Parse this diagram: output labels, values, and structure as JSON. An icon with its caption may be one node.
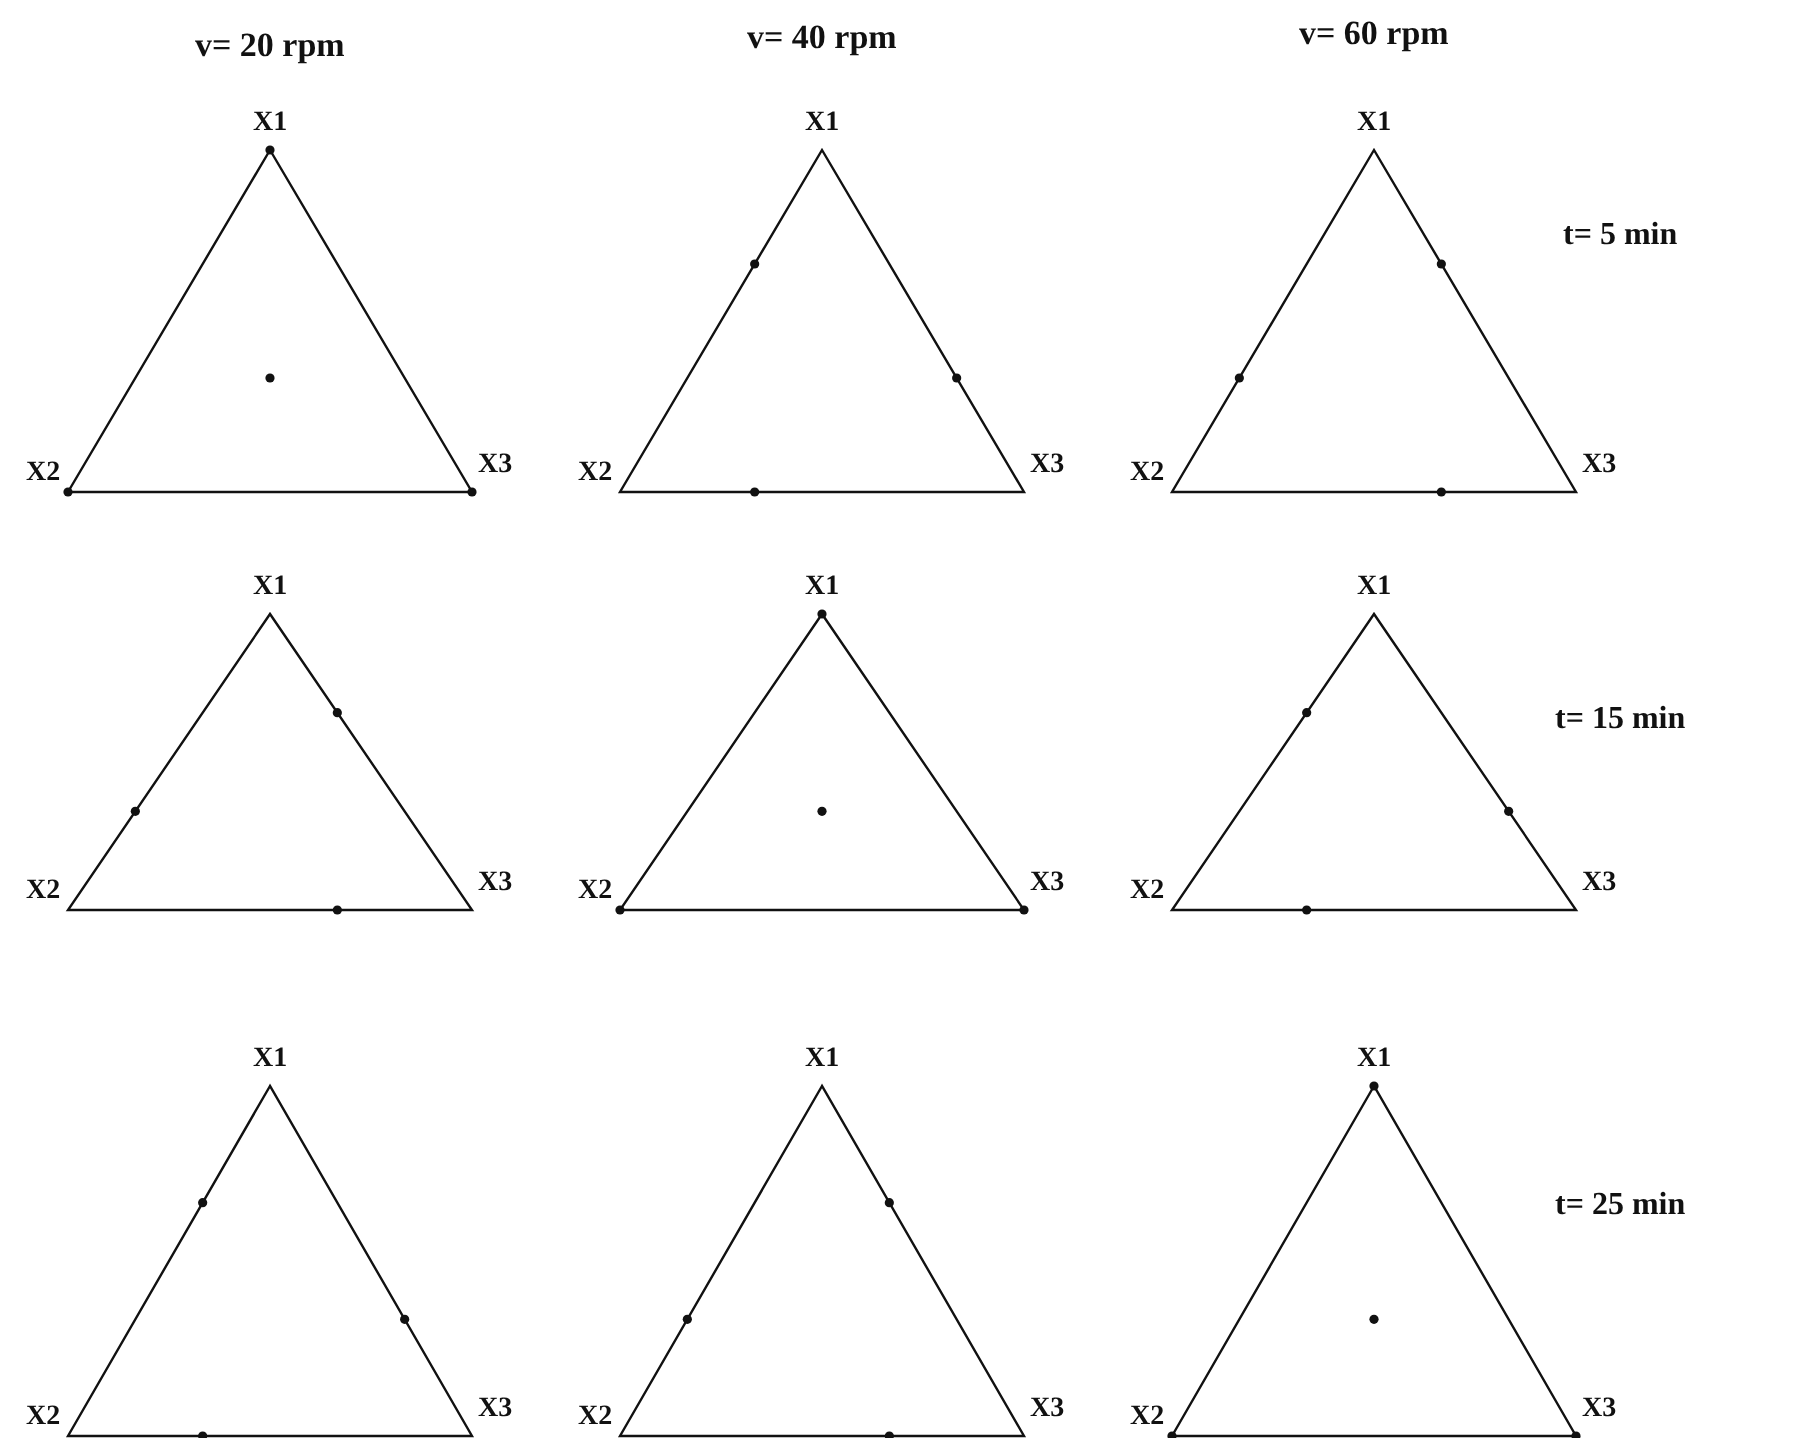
{
  "diagram": {
    "labels": [
      "v= 20 rpm",
      "v= 40 rpm",
      "v= 60 rpm",
      "X1",
      "X1",
      "X1",
      "t= 5 min",
      "X2",
      "X3",
      "X2",
      "X3",
      "X2",
      "X3",
      "X1",
      "X1",
      "X1",
      "t= 15 min",
      "X2",
      "X3",
      "X2",
      "X3",
      "X2",
      "X3",
      "X1",
      "X1",
      "X1",
      "t= 25 min",
      "X2",
      "X3",
      "X2",
      "X3",
      "X2",
      "X3"
    ]
  }
}
